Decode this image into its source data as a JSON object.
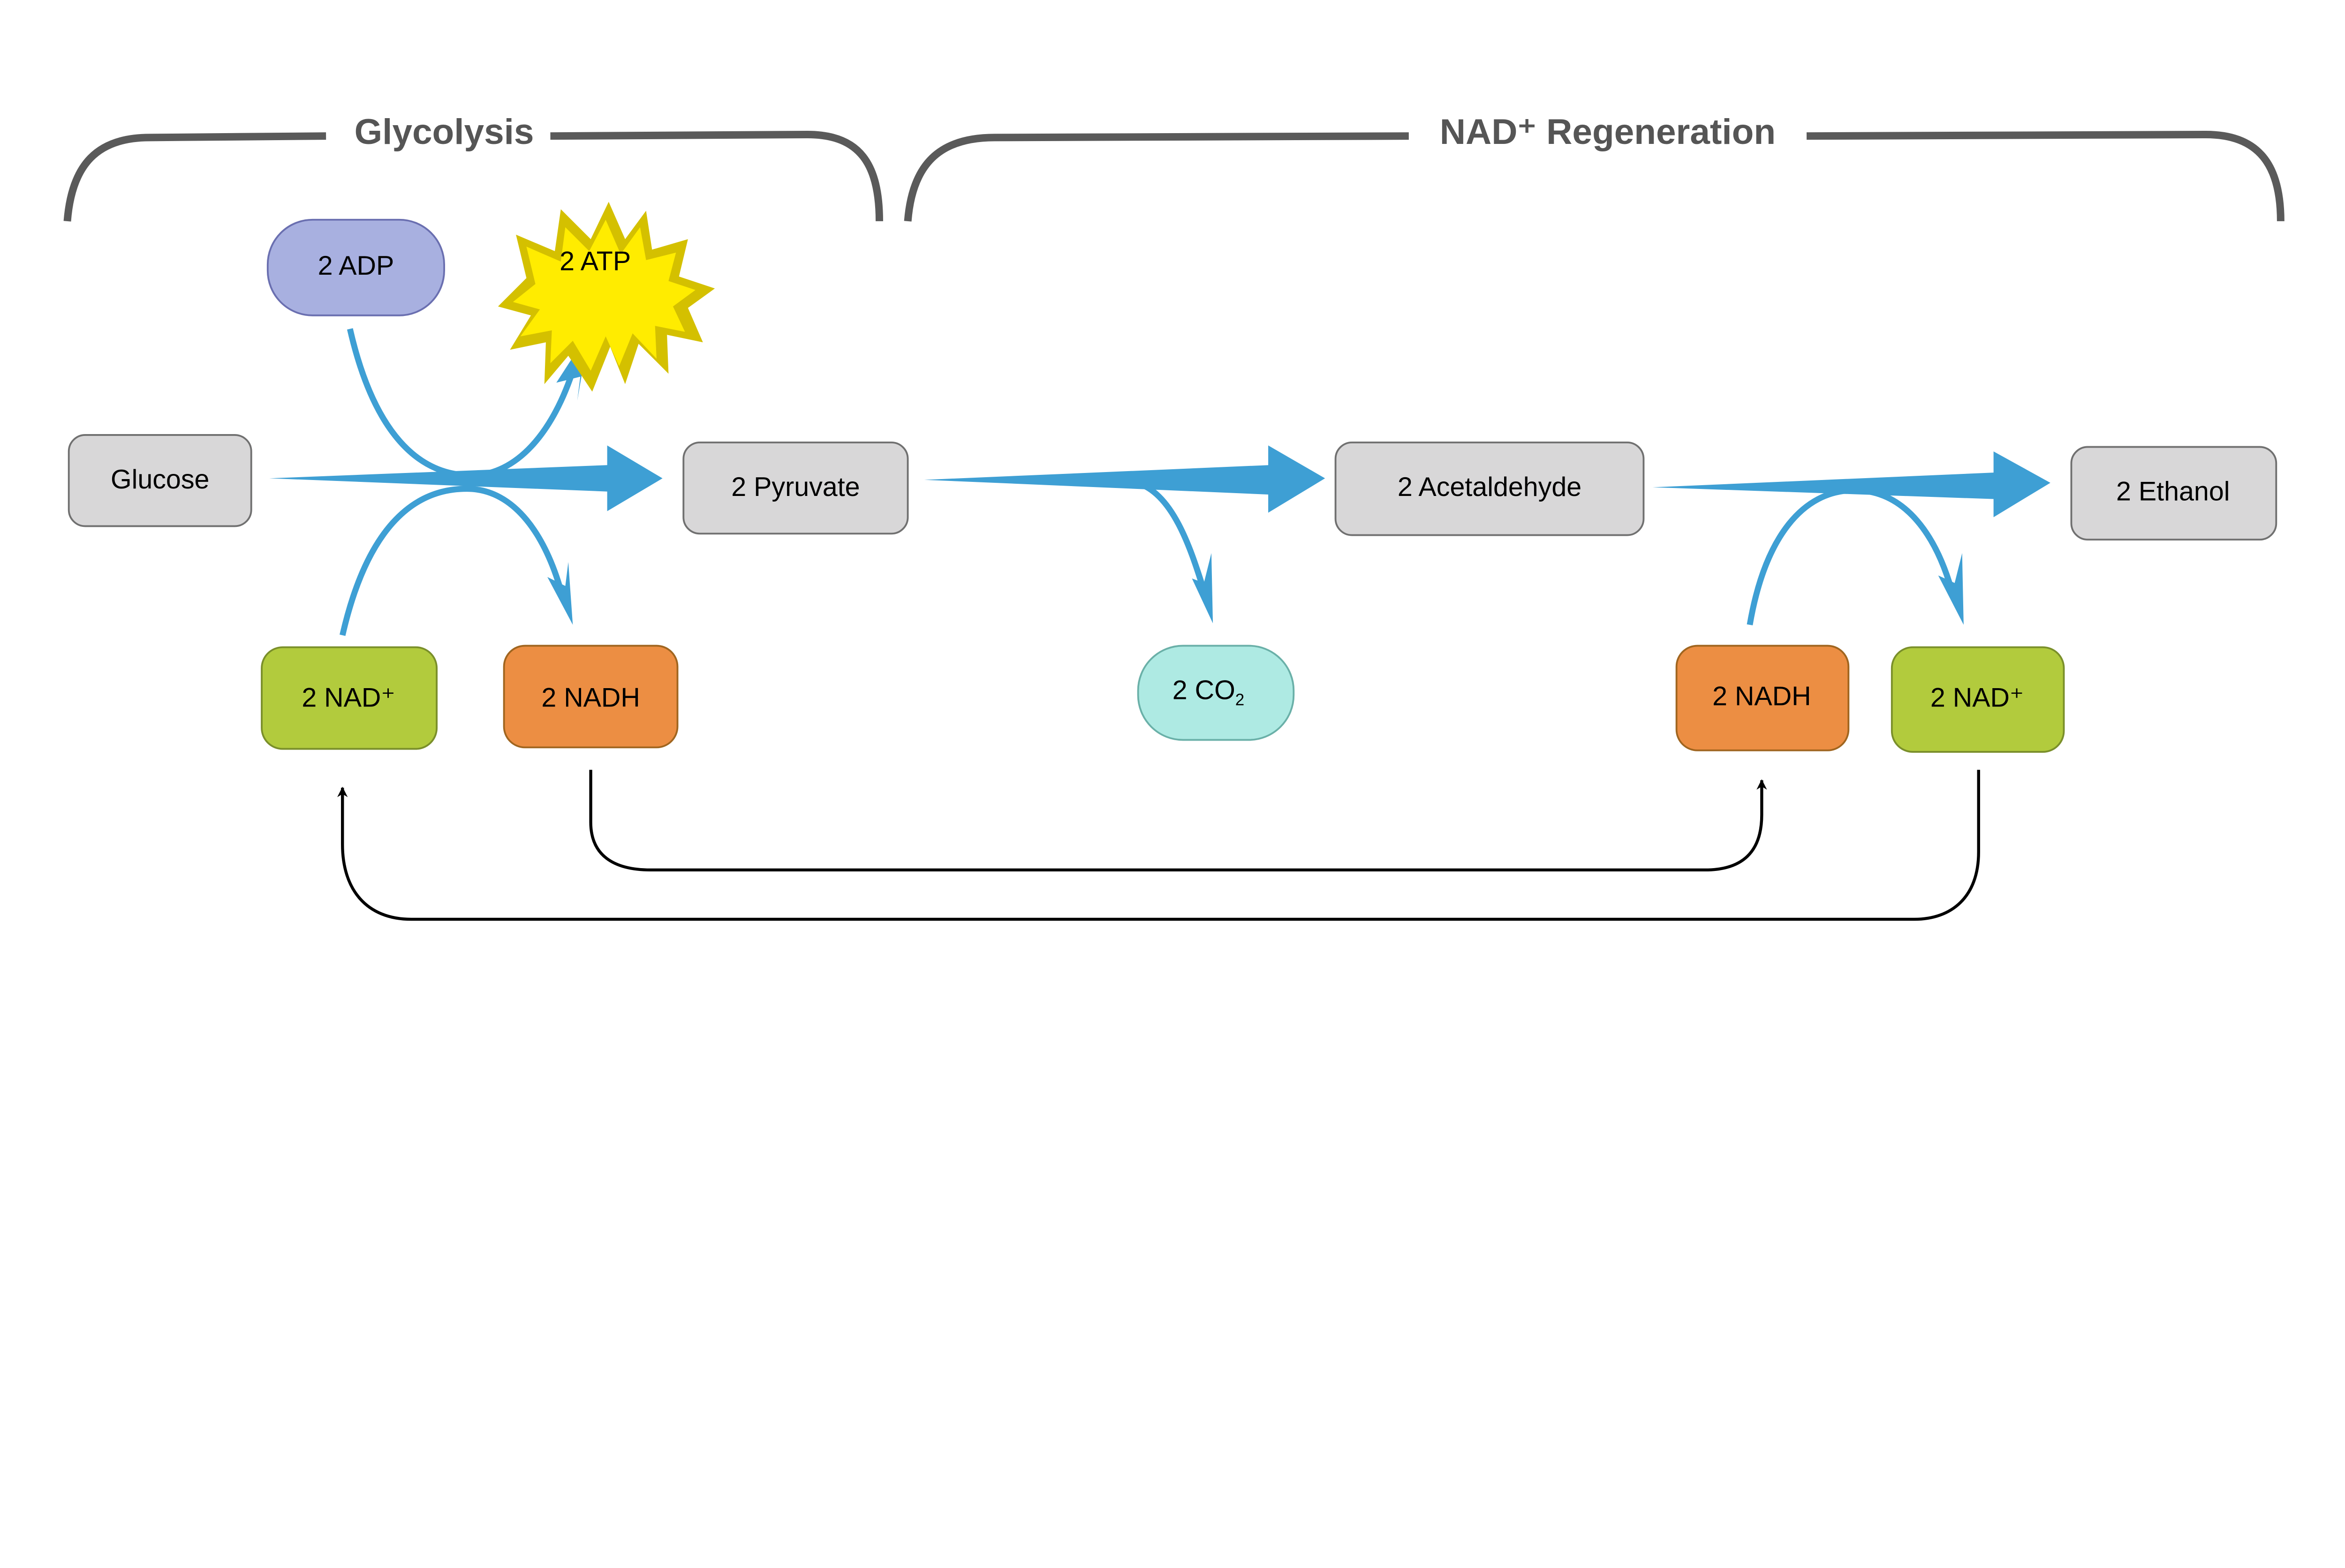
{
  "sections": {
    "glycolysis": "Glycolysis",
    "regeneration": "NAD⁺ Regeneration"
  },
  "molecules": {
    "glucose": "Glucose",
    "adp": "2 ADP",
    "atp": "2 ATP",
    "pyruvate": "2 Pyruvate",
    "nad_left": "2 NAD⁺",
    "nadh_left": "2 NADH",
    "co2_main": "2 CO",
    "co2_sub": "2",
    "acetaldehyde": "2 Acetaldehyde",
    "ethanol": "2 Ethanol",
    "nadh_right": "2 NADH",
    "nad_right": "2 NAD⁺"
  },
  "colors": {
    "arrow_blue": "#3e9fd4",
    "box_gray": "#d8d7d8",
    "adp": "#a8b0e0",
    "atp": "#ffec00",
    "nad": "#b2cb3d",
    "nadh": "#ec8e43",
    "co2": "#aeeae3",
    "bracket": "#5a5a5a"
  }
}
